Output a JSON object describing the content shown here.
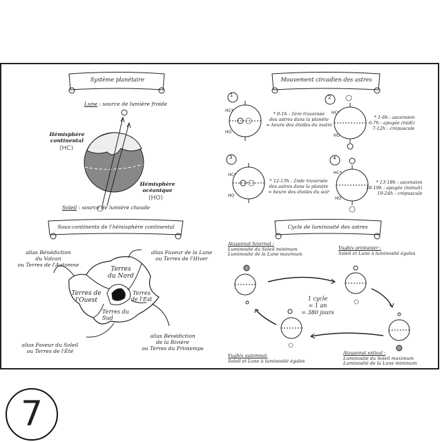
{
  "figure_number": "7",
  "panels": {
    "planetary": {
      "title": "Système planétaire",
      "moon_label": "Lune",
      "moon_desc": " : source de lumière froide",
      "sun_label": "Soleil",
      "sun_desc": " : source de lumière chaude",
      "hc_line1": "Hémisphère",
      "hc_line2": "continental",
      "hc_abbr": "(HC)",
      "ho_line1": "Hémisphère",
      "ho_line2": "océanique",
      "ho_abbr": "(HO)"
    },
    "circadian": {
      "title": "Mouvement circadien des astres",
      "hc": "HC*",
      "ho": "HO",
      "steps": [
        {
          "num": "1",
          "lines": [
            "* 0-1h : 1ère traversée",
            "des astres dans la planète",
            "= heure des étoiles du matin"
          ]
        },
        {
          "num": "2",
          "lines": [
            "* 1-6h : ascension",
            "6-7h : apogée (midi)",
            "7-12h : crépuscule"
          ]
        },
        {
          "num": "3",
          "lines": [
            "* 12-13h : 2nde traversée",
            "des astres dans la planète",
            "= heure des étoiles du soir"
          ]
        },
        {
          "num": "4",
          "lines": [
            "* 13-18h : ascension",
            "18-19h : apogée (minuit)",
            "19-24h : crépuscule"
          ]
        }
      ]
    },
    "subcontinents": {
      "title": "Sous-continents de l'hémisphère continental",
      "regions": {
        "north": [
          "Terres",
          "du Nord"
        ],
        "west": [
          "Terres de",
          "l'Ouest"
        ],
        "east": [
          "Terres",
          "de l'Est"
        ],
        "south": [
          "Terres du",
          "Sud"
        ]
      },
      "aliases": {
        "west": [
          "alias Bénédiction",
          "du Volcan",
          "ou Terres de l'Automne"
        ],
        "north": [
          "alias Faveur de la Lune",
          "ou Terres de l'Hiver"
        ],
        "south": [
          "alias Faveur du Soleil",
          "ou Terres de l'Été"
        ],
        "east": [
          "alias Bénédiction",
          "de la Rivière",
          "ou Terres du Printemps"
        ]
      }
    },
    "luminosity": {
      "title": "Cycle de luminosité des astres",
      "winter": [
        "Atayannat hivernal :",
        "Luminosité du Soleil minimum",
        "Luminosité de la Lune maximum"
      ],
      "spring": [
        "Vughiv printanier :",
        "Soleil et Lune à luminosité égales"
      ],
      "summer": [
        "Atayannat estival :",
        "Luminosité du Soleil maximum",
        "Luminosité de la Lune minimum"
      ],
      "autumn": [
        "Vughiv automnal:",
        "Soleil et Lune à luminosité égales"
      ],
      "center": [
        "1 cycle",
        "= 1 an",
        "= 380 jours"
      ]
    }
  }
}
